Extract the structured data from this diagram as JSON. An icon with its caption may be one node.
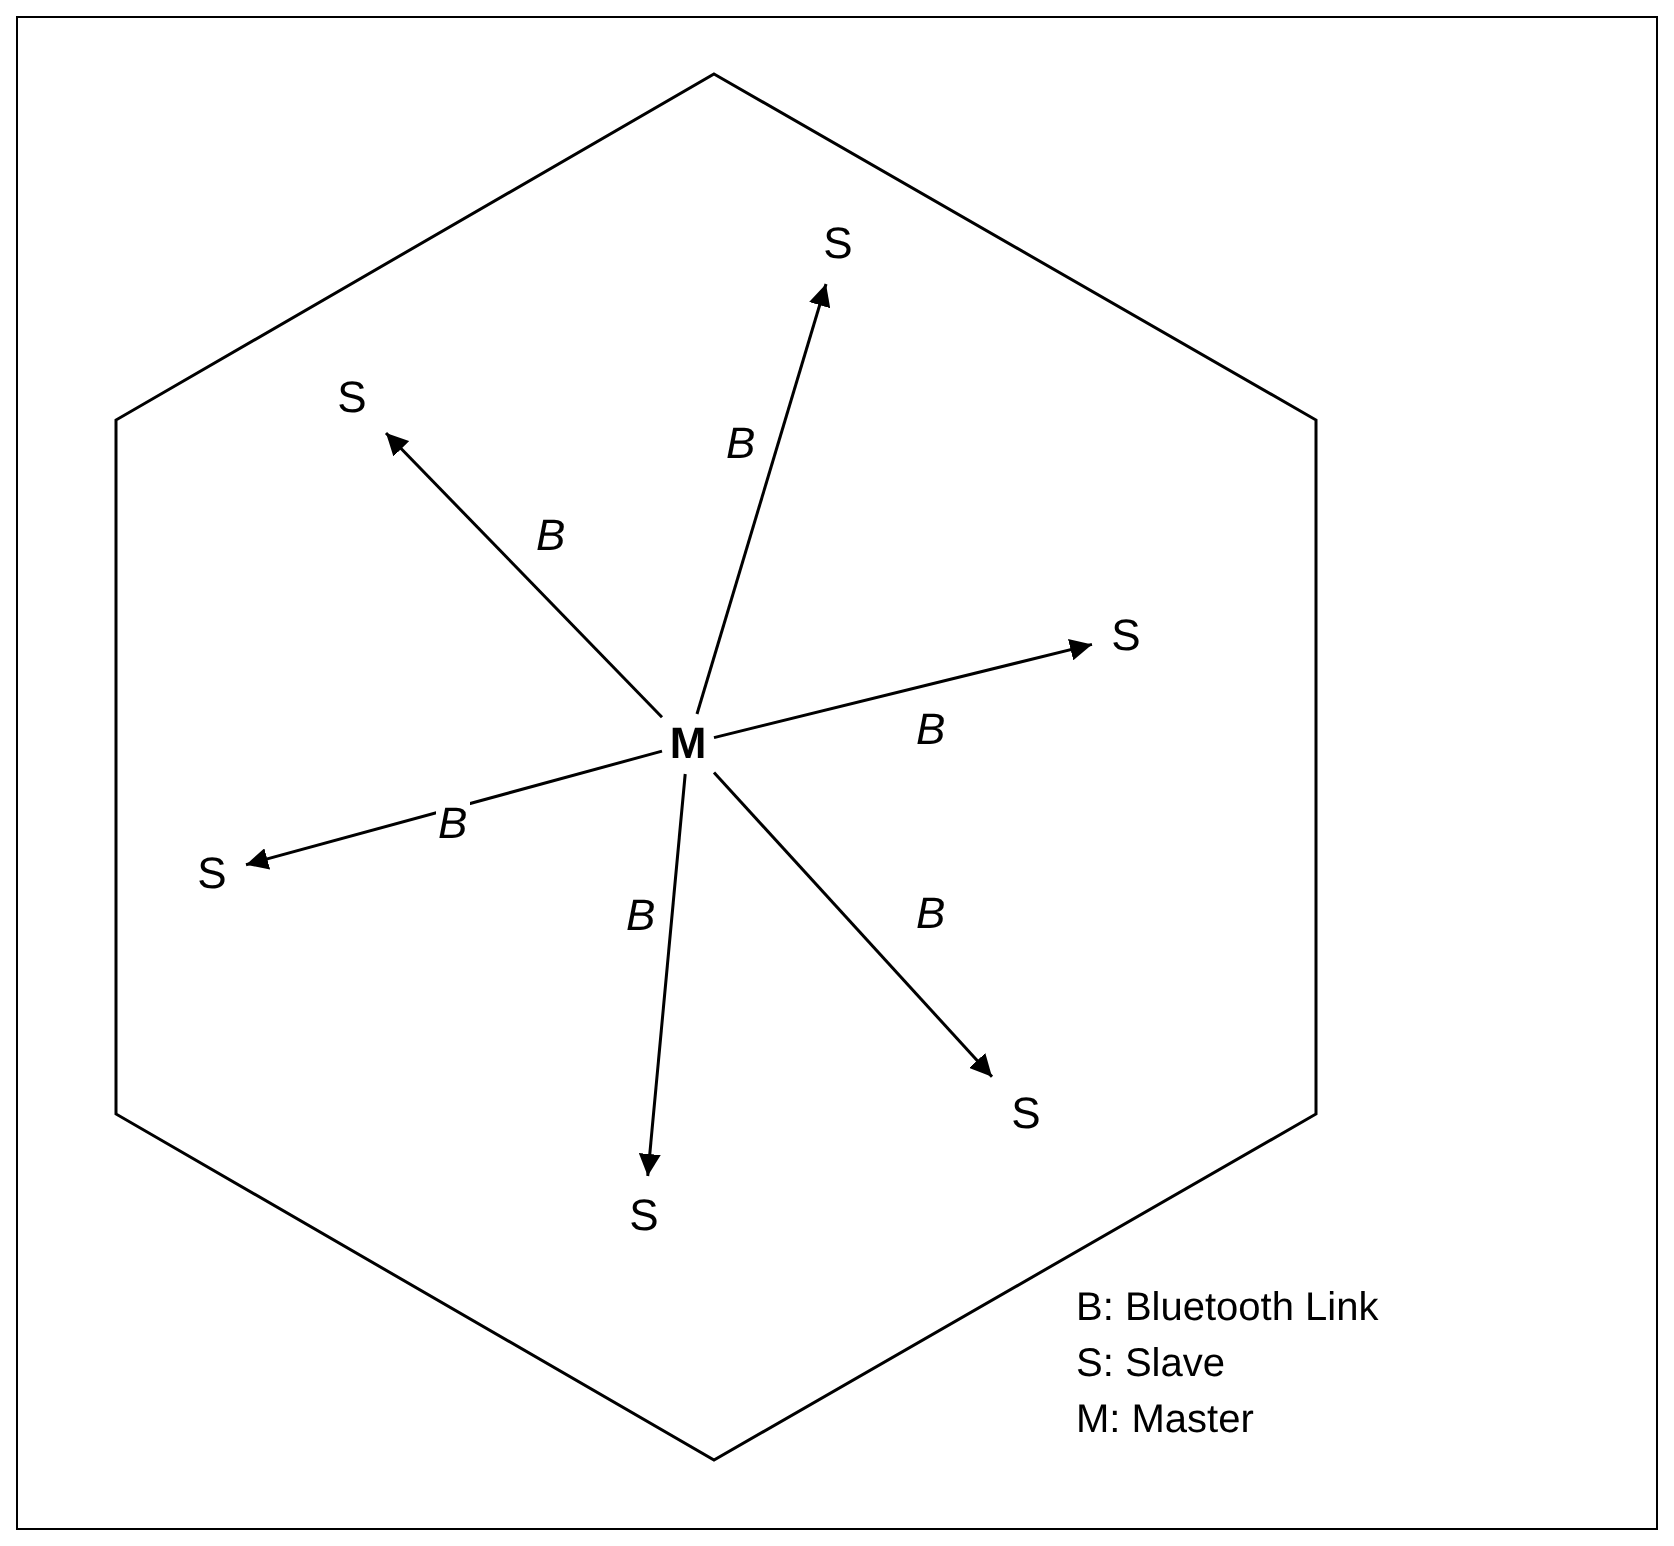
{
  "diagram": {
    "nodes": [
      {
        "text": [],
        "shape": "hexagon"
      },
      {
        "text": [
          "S"
        ],
        "in": 0
      },
      {
        "text": [
          "S"
        ],
        "in": 0
      },
      {
        "text": [
          "S"
        ],
        "in": 0
      },
      {
        "text": [
          "M"
        ],
        "in": 0
      },
      {
        "text": [
          "S"
        ],
        "in": 0
      },
      {
        "text": [
          "S"
        ],
        "in": 0
      },
      {
        "text": [
          "S"
        ],
        "in": 0
      }
    ],
    "edges": [
      {
        "from": 4,
        "to": 1,
        "arrow": "to",
        "label": "B"
      },
      {
        "from": 4,
        "to": 2,
        "arrow": "to",
        "label": "B"
      },
      {
        "from": 4,
        "to": 3,
        "arrow": "to",
        "label": "B"
      },
      {
        "from": 4,
        "to": 5,
        "arrow": "to",
        "label": "B"
      },
      {
        "from": 4,
        "to": 6,
        "arrow": "to",
        "label": "B"
      },
      {
        "from": 4,
        "to": 7,
        "arrow": "to",
        "label": "B"
      }
    ],
    "labels": [
      "B: Bluetooth Link",
      "S: Slave",
      "M: Master"
    ]
  }
}
